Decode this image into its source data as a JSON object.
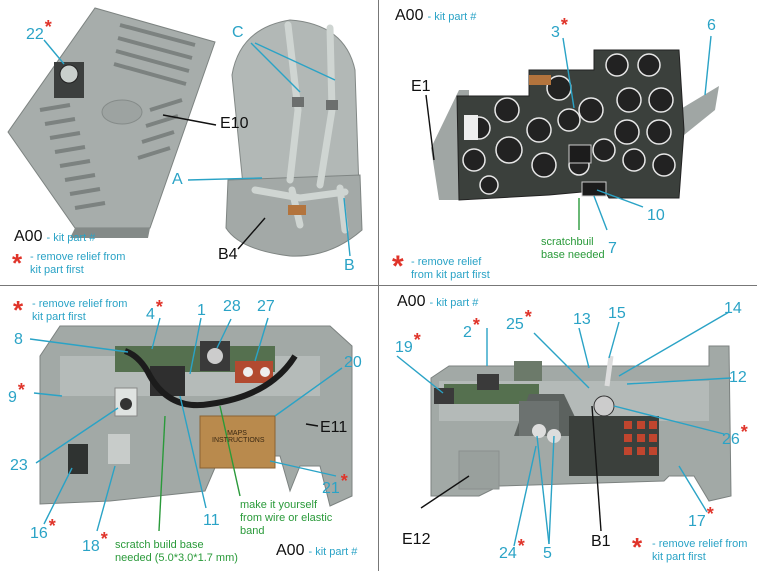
{
  "colors": {
    "callout_blue": "#2aa3c6",
    "star_red": "#e0342a",
    "note_green": "#2a9a3a",
    "panel_grey": "#a2a9a6",
    "panel_dark": "#3b403c",
    "leather": "#b98a4d"
  },
  "panel_tl": {
    "callouts": {
      "p22": "22",
      "c": "C",
      "a": "A",
      "b": "B",
      "b4": "B4",
      "e10": "E10"
    },
    "kit_part": {
      "code": "A00",
      "label": "- kit part #"
    },
    "remove_note": {
      "line1": "- remove relief from",
      "line2": "kit part first"
    }
  },
  "panel_tr": {
    "kit_part": {
      "code": "A00",
      "label": "- kit part #"
    },
    "callouts": {
      "p3": "3",
      "p6": "6",
      "e1": "E1",
      "p10": "10",
      "p7": "7"
    },
    "scratch_note": {
      "line1": "scratchbuil",
      "line2": "base needed"
    },
    "remove_note": {
      "line1": "- remove relief",
      "line2": "from kit part first"
    }
  },
  "panel_bl": {
    "remove_note": {
      "line1": "- remove relief from",
      "line2": "kit part first"
    },
    "callouts": {
      "p4": "4",
      "p1": "1",
      "p28": "28",
      "p27": "27",
      "p8": "8",
      "p20": "20",
      "p9": "9",
      "e11": "E11",
      "p23": "23",
      "p21": "21",
      "p16": "16",
      "p18": "18",
      "p11": "11"
    },
    "scratch_note": {
      "line1": "scratch build base",
      "line2": "needed (5.0*3.0*1.7 mm)"
    },
    "wire_note": {
      "line1": "make it yourself",
      "line2": "from wire or elastic",
      "line3": "band"
    },
    "kit_part": {
      "code": "A00",
      "label": "- kit part #"
    },
    "box_text": {
      "line1": "MAPS",
      "line2": "INSTRUCTIONS"
    }
  },
  "panel_br": {
    "kit_part": {
      "code": "A00",
      "label": "- kit part #"
    },
    "callouts": {
      "p13": "13",
      "p15": "15",
      "p14": "14",
      "p2": "2",
      "p25": "25",
      "p19": "19",
      "p12": "12",
      "p26": "26",
      "p17": "17",
      "p24": "24",
      "p5": "5",
      "b1": "B1",
      "e12": "E12"
    },
    "remove_note": {
      "line1": "- remove relief from",
      "line2": "kit part first"
    }
  }
}
